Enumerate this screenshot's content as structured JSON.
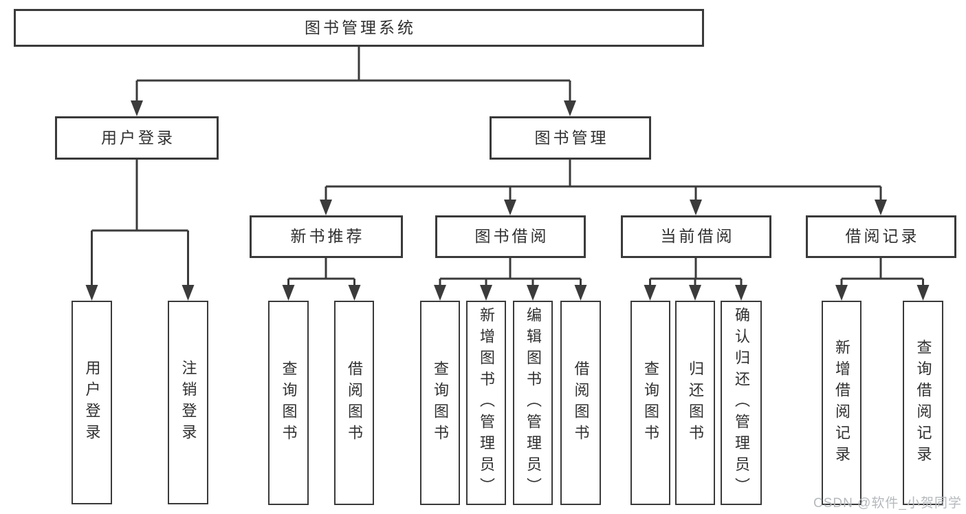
{
  "diagram": {
    "title": "图书管理系统",
    "root": {
      "label": "图书管理系统"
    },
    "level2": [
      {
        "label": "用户登录"
      },
      {
        "label": "图书管理"
      }
    ],
    "level3": [
      {
        "label": "新书推荐",
        "parent": "图书管理"
      },
      {
        "label": "图书借阅",
        "parent": "图书管理"
      },
      {
        "label": "当前借阅",
        "parent": "图书管理"
      },
      {
        "label": "借阅记录",
        "parent": "图书管理"
      }
    ],
    "leaves": [
      {
        "label": "用户登录",
        "parent": "用户登录"
      },
      {
        "label": "注销登录",
        "parent": "用户登录"
      },
      {
        "label": "查询图书",
        "parent": "新书推荐"
      },
      {
        "label": "借阅图书",
        "parent": "新书推荐"
      },
      {
        "label": "查询图书",
        "parent": "图书借阅"
      },
      {
        "label": "新增图书（管理员）",
        "parent": "图书借阅"
      },
      {
        "label": "编辑图书（管理员）",
        "parent": "图书借阅"
      },
      {
        "label": "借阅图书",
        "parent": "图书借阅"
      },
      {
        "label": "查询图书",
        "parent": "当前借阅"
      },
      {
        "label": "归还图书",
        "parent": "当前借阅"
      },
      {
        "label": "确认归还（管理员）",
        "parent": "当前借阅"
      },
      {
        "label": "新增借阅记录",
        "parent": "借阅记录"
      },
      {
        "label": "查询借阅记录",
        "parent": "借阅记录"
      }
    ],
    "colors": {
      "line": "#3b3b3b",
      "border": "#3a3a3a",
      "text": "#303030",
      "background": "#ffffff",
      "watermark": "#b5b9bd"
    }
  },
  "watermark": {
    "text": "CSDN @软件_小贺同学"
  }
}
